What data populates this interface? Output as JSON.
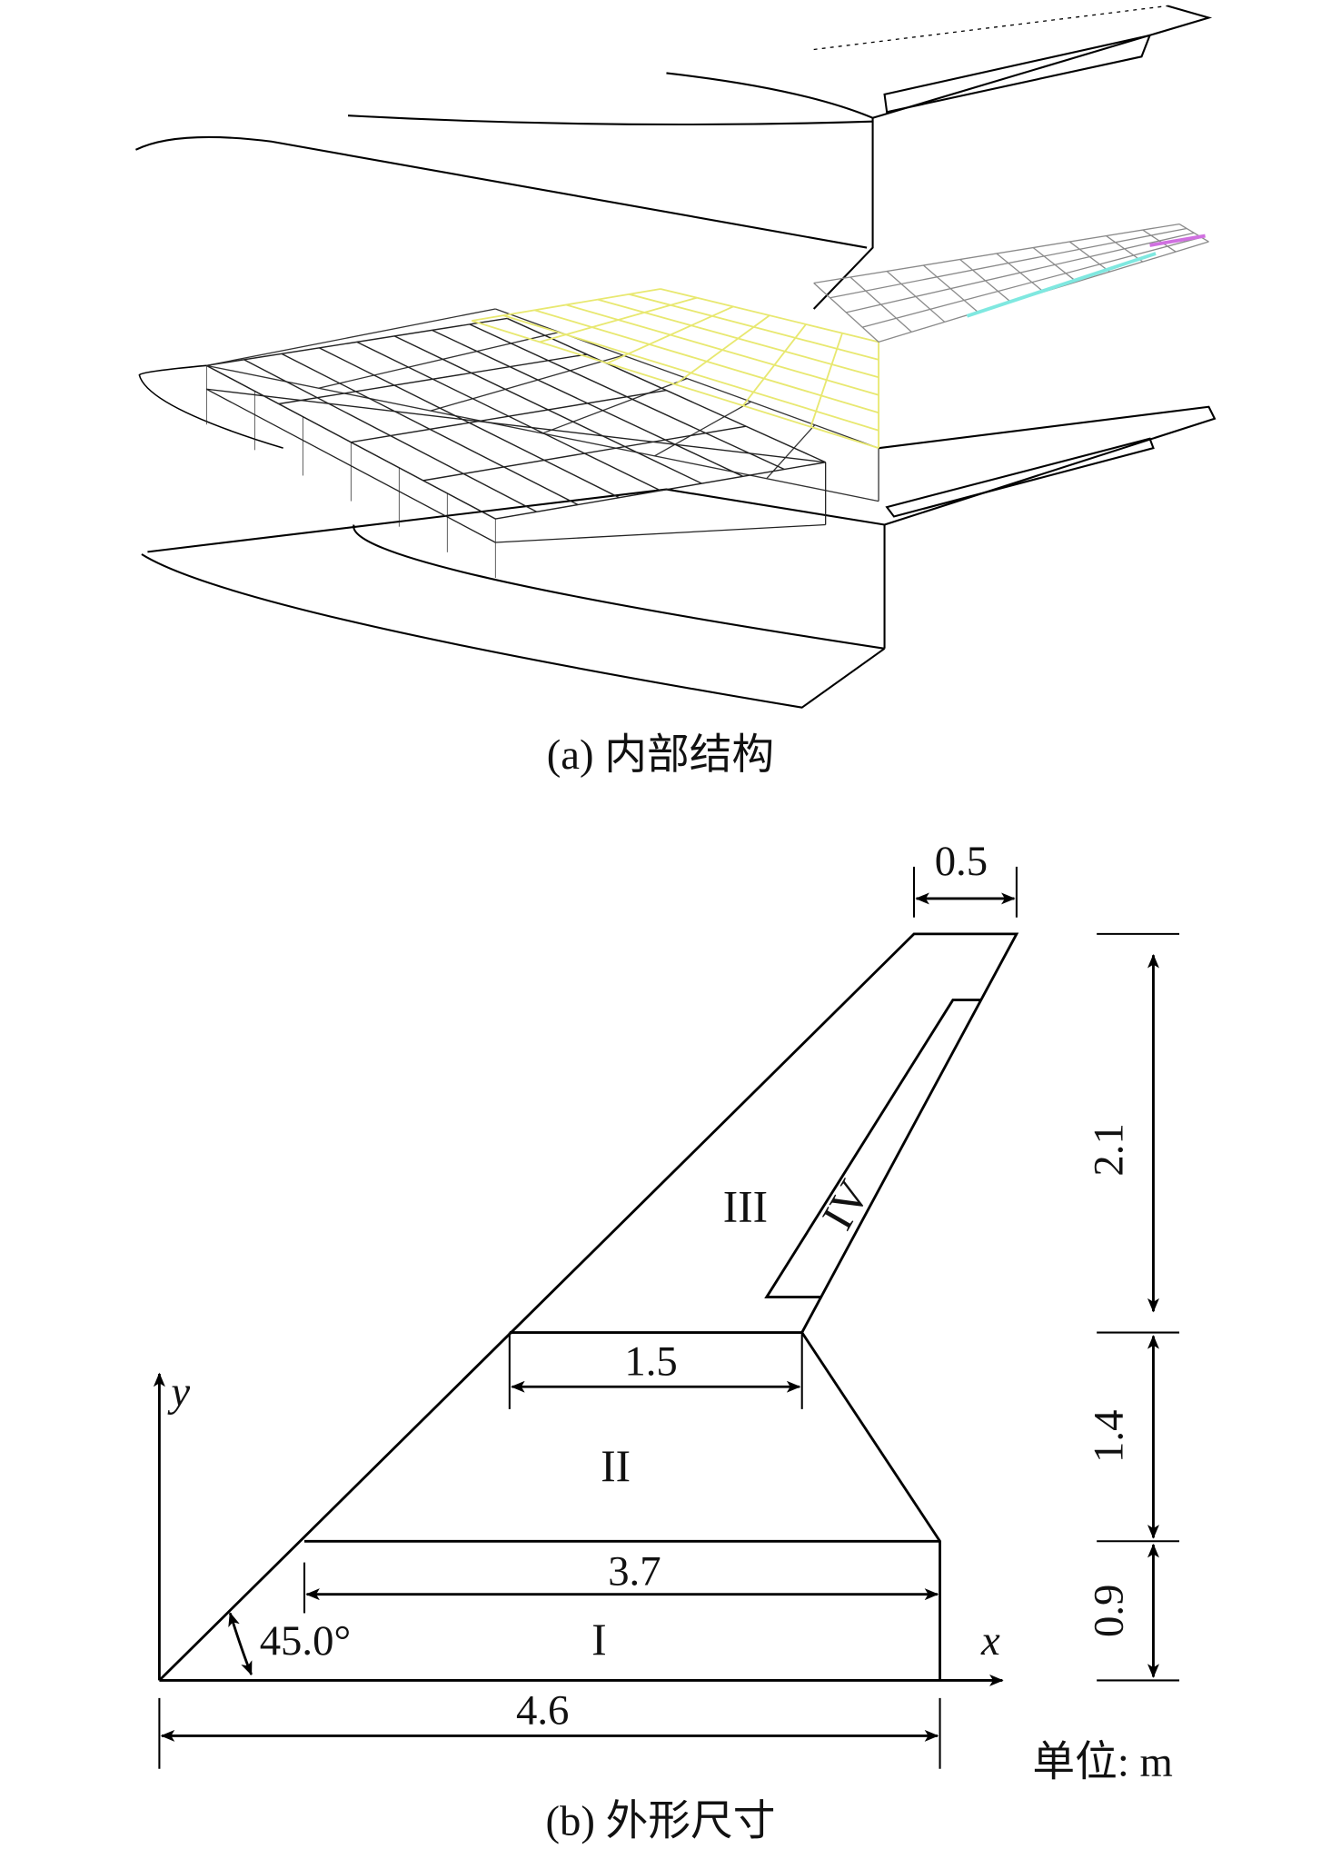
{
  "panel_a": {
    "caption": "(a) 内部结构",
    "mesh_colors": {
      "inboard": "#222222",
      "mid": "#e8e870",
      "outboard": "#8a8a8a",
      "accent1": "#7fe8e0",
      "accent2": "#d070e0"
    }
  },
  "panel_b": {
    "caption": "(b) 外形尺寸",
    "unit_label": "单位: m",
    "axis_x": "x",
    "axis_y": "y",
    "angle_label": "45.0°",
    "regions": [
      "I",
      "II",
      "III",
      "IV"
    ],
    "dimensions": {
      "tip_chord": "0.5",
      "mid_chord": "1.5",
      "inner_chord": "3.7",
      "root_chord": "4.6",
      "height_outer": "2.1",
      "height_mid": "1.4",
      "height_inner": "0.9"
    }
  }
}
